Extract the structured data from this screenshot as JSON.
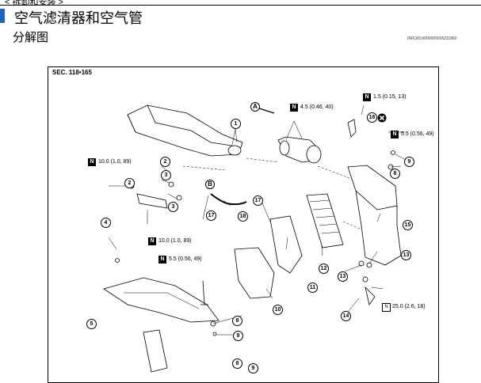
{
  "header": {
    "breadcrumb": "< 拆卸和安装 >",
    "title": "空气滤清器和空气管",
    "subtitle": "分解图",
    "info_id": "INFOID:0000000005211860"
  },
  "diagram": {
    "section_label": "SEC. 118•165",
    "torques": [
      "4.5 (0.46, 40)",
      "1.5 (0.15, 13)",
      "5.5 (0.56, 49)",
      "10.0 (1.0, 89)",
      "10.0 (1.0, 89)",
      "5.5 (0.56, 49)",
      "25.0 (2.6, 18)"
    ],
    "letters": [
      "A",
      "B"
    ],
    "callouts": [
      "1",
      "2",
      "2",
      "3",
      "3",
      "4",
      "5",
      "8",
      "8",
      "8",
      "9",
      "9",
      "9",
      "10",
      "11",
      "12",
      "13",
      "13",
      "14",
      "15",
      "16",
      "17",
      "17",
      "18"
    ]
  },
  "colors": {
    "accent_marker": "#1f62b8"
  }
}
